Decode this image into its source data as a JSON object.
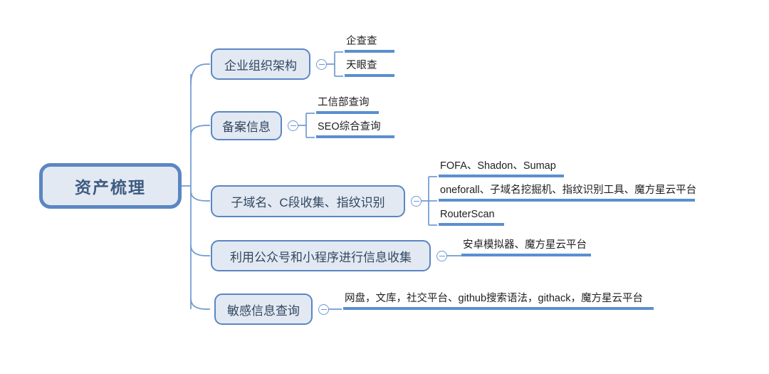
{
  "diagram": {
    "type": "mind-map",
    "background_color": "#ffffff",
    "node_border_color": "#5b86c2",
    "node_fill_color": "#e2e9f3",
    "connector_color": "#6f9ad0",
    "underline_color": "#5b8fcf",
    "root": {
      "label": "资产梳理"
    },
    "branches": [
      {
        "label": "企业组织架构",
        "toggle": "collapse-toggle-minus",
        "children": [
          {
            "label": "企查查"
          },
          {
            "label": "天眼查"
          }
        ]
      },
      {
        "label": "备案信息",
        "toggle": "collapse-toggle-minus",
        "children": [
          {
            "label": "工信部查询"
          },
          {
            "label": "SEO综合查询"
          }
        ]
      },
      {
        "label": "子域名、C段收集、指纹识别",
        "toggle": "collapse-toggle-minus",
        "children": [
          {
            "label": "FOFA、Shadon、Sumap"
          },
          {
            "label": "oneforall、子域名挖掘机、指纹识别工具、魔方星云平台"
          },
          {
            "label": "RouterScan"
          }
        ]
      },
      {
        "label": "利用公众号和小程序进行信息收集",
        "toggle": "collapse-toggle-minus",
        "children": [
          {
            "label": "安卓模拟器、魔方星云平台"
          }
        ]
      },
      {
        "label": "敏感信息查询",
        "toggle": "collapse-toggle-minus",
        "children": [
          {
            "label": "网盘，文库，社交平台、github搜索语法，githack，魔方星云平台"
          }
        ]
      }
    ]
  }
}
